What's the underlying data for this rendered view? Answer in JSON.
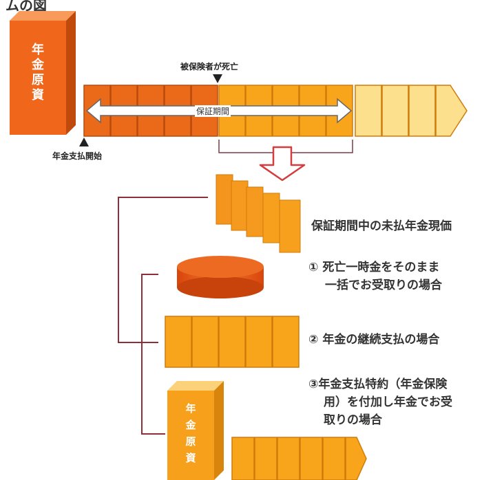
{
  "header_fragment": "ムの図",
  "pillar1": {
    "chars": [
      "年",
      "金",
      "原",
      "資"
    ]
  },
  "pillar2": {
    "chars": [
      "年",
      "金",
      "原",
      "資"
    ]
  },
  "labels": {
    "death": "被保険者が死亡",
    "guarantee_period": "保証期間",
    "payment_start": "年金支払開始",
    "present_value": "保証期間中の未払年金現価"
  },
  "options": [
    {
      "num": "①",
      "line1": "死亡一時金をそのまま",
      "line2": "一括でお受取りの場合",
      "line3": ""
    },
    {
      "num": "②",
      "line1": "年金の継続支払の場合",
      "line2": "",
      "line3": ""
    },
    {
      "num": "③",
      "line1": "年金支払特約（年金保険",
      "line2": "用）を付加し年金でお受",
      "line3": "取りの場合"
    }
  ],
  "colors": {
    "orange": "#f06a1c",
    "orange_dark": "#c94a10",
    "yellow_orange": "#f8a51c",
    "light_yellow": "#fce08e",
    "bracket": "#8c2f39"
  }
}
